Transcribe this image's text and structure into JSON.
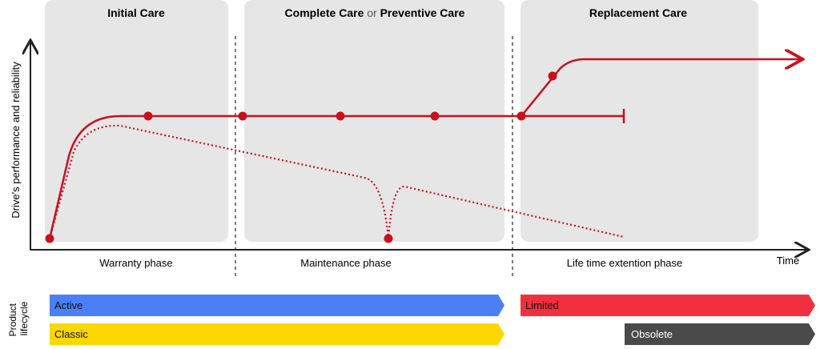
{
  "care_titles": {
    "initial": "Initial Care",
    "complete": "Complete Care",
    "or": "or",
    "preventive": "Preventive Care",
    "replacement": "Replacement Care"
  },
  "axes": {
    "y_label": "Drive's performance and reliability",
    "x_label": "Time"
  },
  "phases": [
    "Warranty phase",
    "Maintenance phase",
    "Life time extention phase"
  ],
  "lifecycle": {
    "label_line1": "Product",
    "label_line2": "lifecycle",
    "bars": [
      {
        "label": "Active",
        "color": "#4a7ff5"
      },
      {
        "label": "Limited",
        "color": "#f0303f"
      },
      {
        "label": "Classic",
        "color": "#fcd800"
      },
      {
        "label": "Obsolete",
        "color": "#4a4a4a"
      }
    ]
  },
  "colors": {
    "curve": "#c8101e",
    "panel": "#e6e6e6",
    "axis": "#222222"
  }
}
